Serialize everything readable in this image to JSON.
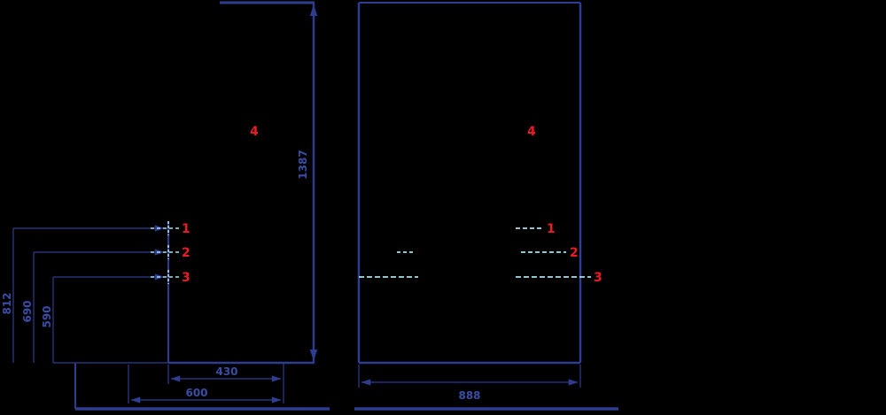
{
  "drawing": {
    "background": "#000000",
    "colors": {
      "outline_blue": "#2e3d8f",
      "dimension_text_blue": "#3a4da6",
      "hidden_line_cyan": "#a6dff0",
      "callout_red": "#ed1c24"
    },
    "side_view": {
      "height_dim": "1387",
      "width_dim": "430",
      "depth_dim": "600",
      "level_dims": [
        "812",
        "690",
        "590"
      ],
      "callout_4": "4",
      "callout_1": "1",
      "callout_2": "2",
      "callout_3": "3"
    },
    "front_view": {
      "width_dim": "888",
      "callout_4": "4",
      "callout_1": "1",
      "callout_2": "2",
      "callout_3": "3"
    }
  }
}
